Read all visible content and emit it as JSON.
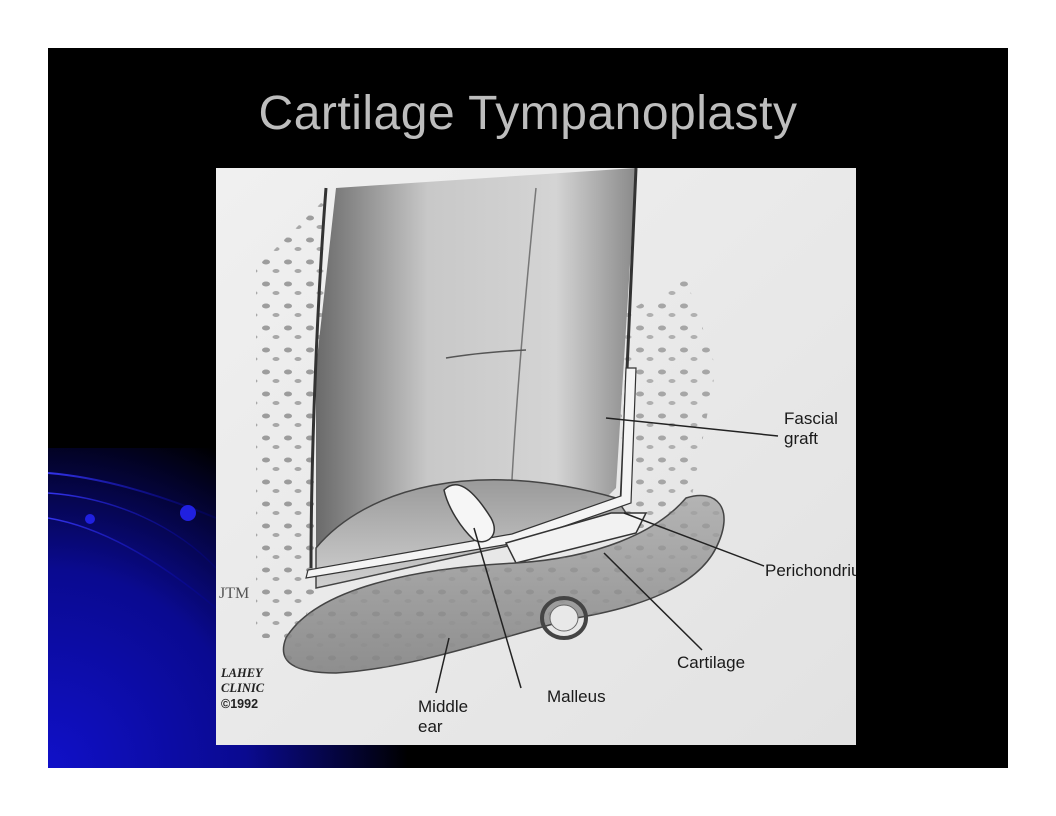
{
  "slide": {
    "title": "Cartilage Tympanoplasty"
  },
  "figure": {
    "labels": {
      "fascial_graft": [
        "Fascial",
        "graft"
      ],
      "perichondrium": "Perichondrium",
      "cartilage": "Cartilage",
      "malleus": "Malleus",
      "middle_ear": [
        "Middle",
        "ear"
      ]
    },
    "credit": [
      "LAHEY",
      "CLINIC",
      "©1992"
    ],
    "signature": "JTM"
  },
  "colors": {
    "slide_background": "#000000",
    "accent_blue": "#1010c8",
    "title_text": "#bdbdbd",
    "figure_paper": "#ececec"
  }
}
